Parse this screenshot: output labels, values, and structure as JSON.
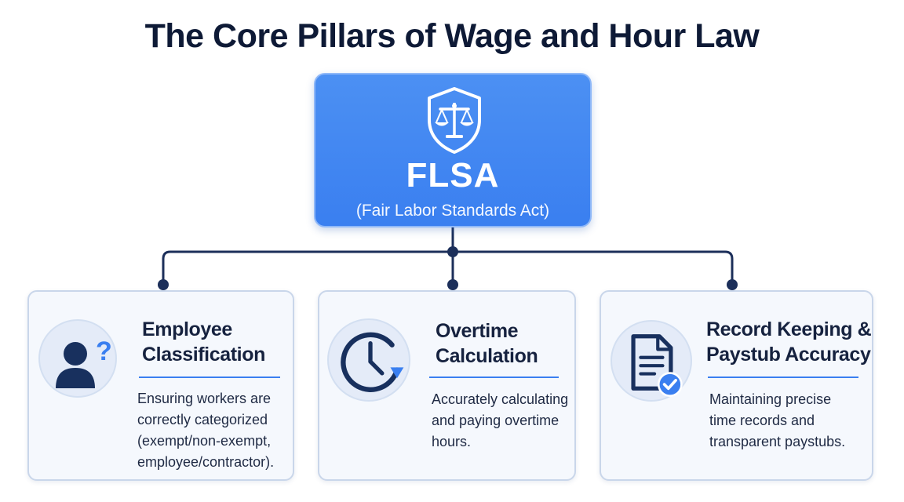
{
  "title": "The Core Pillars of Wage and Hour Law",
  "root": {
    "acronym": "FLSA",
    "full_name": "(Fair Labor Standards Act)",
    "icon": "shield-scales-icon"
  },
  "pillars": [
    {
      "heading_line1": "Employee",
      "heading_line2": "Classification",
      "description_lines": [
        "Ensuring workers are",
        "correctly categorized",
        "(exempt/non-exempt,",
        "employee/contractor)."
      ],
      "icon": "person-question-icon"
    },
    {
      "heading_line1": "Overtime",
      "heading_line2": "Calculation",
      "description_lines": [
        "Accurately calculating",
        "and paying overtime",
        "hours."
      ],
      "icon": "clock-icon"
    },
    {
      "heading_line1": "Record Keeping &",
      "heading_line2": "Paystub Accuracy",
      "description_lines": [
        "Maintaining precise",
        "time records and",
        "transparent paystubs."
      ],
      "icon": "document-check-icon"
    }
  ],
  "colors": {
    "accent": "#3a7ff0",
    "navy": "#13213f",
    "card_bg": "#f5f8fd",
    "icon_circle": "#e4ebf8"
  }
}
